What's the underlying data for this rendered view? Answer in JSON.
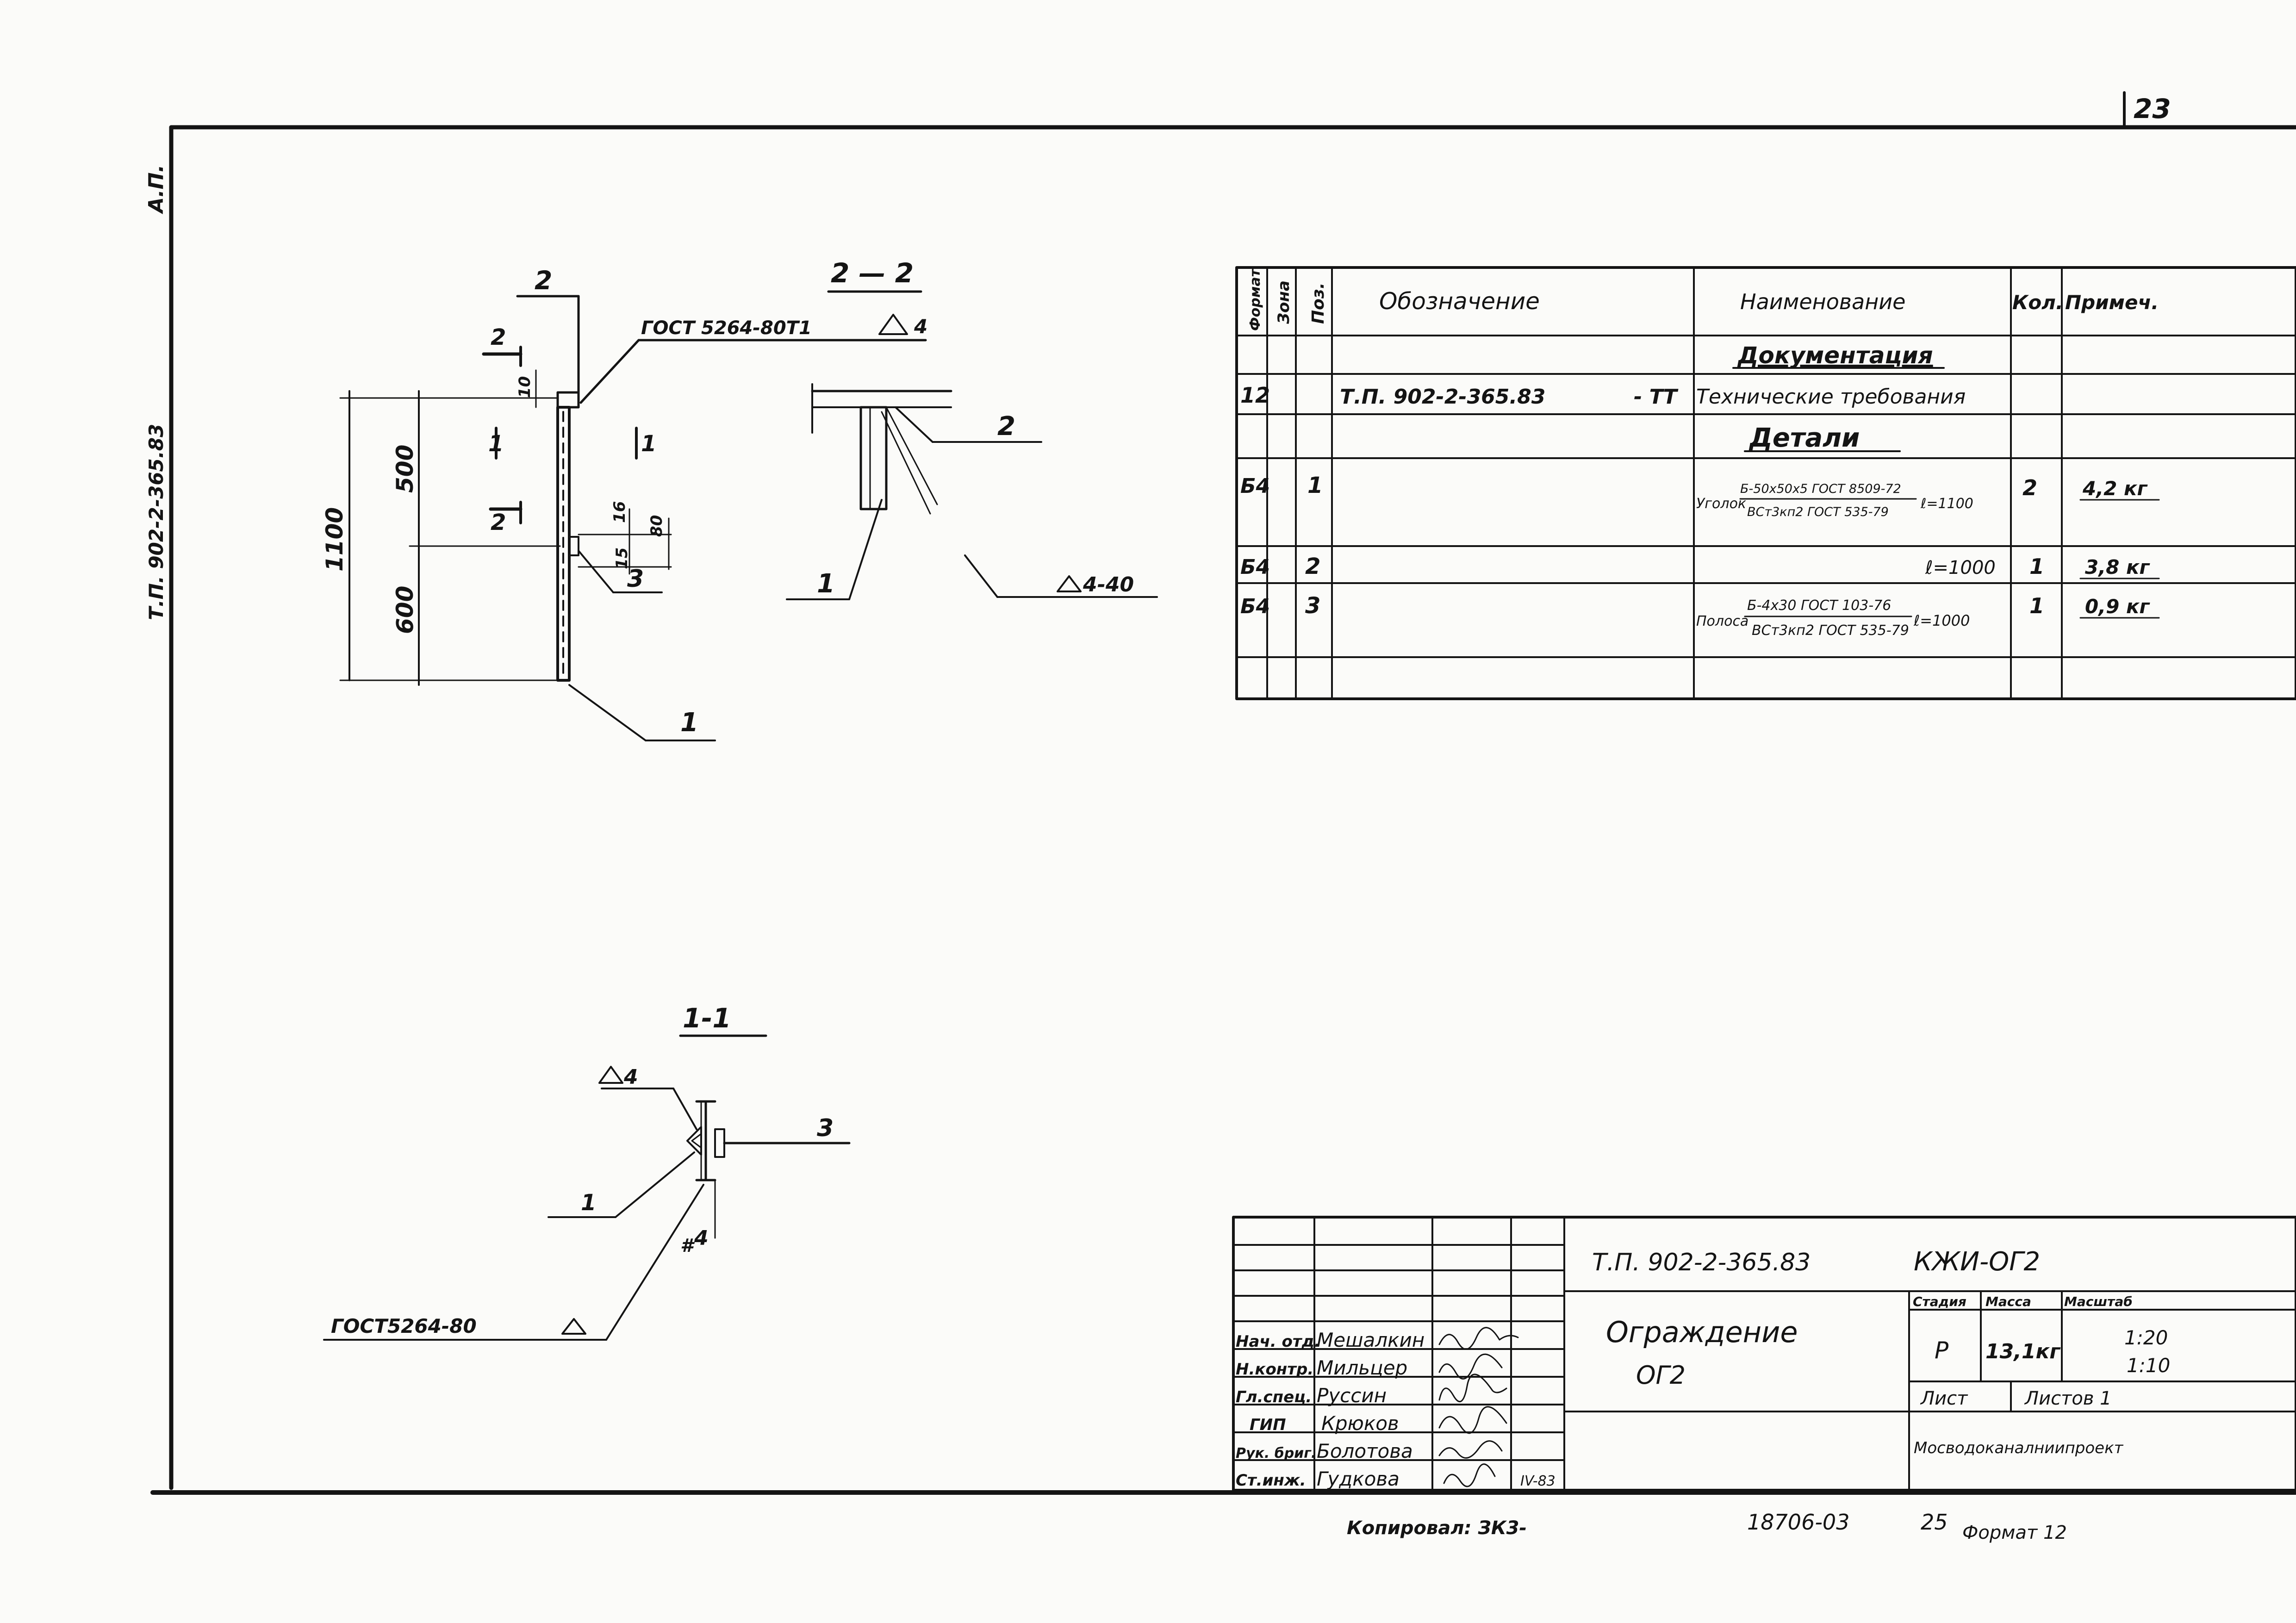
{
  "sheet": {
    "number": "23",
    "corner_note": "А.П.",
    "side_code": "Т.П. 902-2-365.83"
  },
  "detail_view": {
    "section_mark_top": "2",
    "cut_2_top": "2",
    "cut_2_mid": "2",
    "cut_1_left": "1",
    "cut_1_right": "1",
    "weld_note": "ГОСТ 5264-80Т1",
    "weld_leg": "4",
    "dims": {
      "overall": "1100",
      "upper": "500",
      "lower": "600",
      "top_offset": "10",
      "plate_a": "16",
      "plate_b": "80",
      "plate_c": "15"
    },
    "leaders": {
      "part_3": "3",
      "part_1": "1"
    }
  },
  "section_2_2": {
    "title": "2 — 2",
    "leader_2": "2",
    "leader_1": "1",
    "weld": "4-40"
  },
  "section_1_1": {
    "title": "1-1",
    "weld_top": "4",
    "leader_3": "3",
    "leader_1": "1",
    "plate": "4",
    "weld_note": "ГОСТ5264-80"
  },
  "spec_table": {
    "headers": [
      "Формат",
      "Зона",
      "Поз.",
      "Обозначение",
      "Наименование",
      "Кол.",
      "Примеч."
    ],
    "section_docs": "Документация",
    "section_parts": "Детали",
    "rows": [
      {
        "format": "12",
        "zone": "",
        "pos": "",
        "designation": "Т.П. 902-2-365.83",
        "designation_suffix": "- ТТ",
        "name": "Технические требования",
        "name_top": "",
        "name_bottom": "",
        "name_tail": "",
        "qty": "",
        "note": ""
      },
      {
        "format": "Б4",
        "zone": "",
        "pos": "1",
        "designation": "",
        "designation_suffix": "",
        "name": "Уголок",
        "name_top": "Б-50х50х5 ГОСТ 8509-72",
        "name_bottom": "ВСт3кп2 ГОСТ 535-79",
        "name_tail": "ℓ=1100",
        "qty": "2",
        "note": "4,2 кг"
      },
      {
        "format": "Б4",
        "zone": "",
        "pos": "2",
        "designation": "",
        "designation_suffix": "",
        "name": "",
        "name_top": "",
        "name_bottom": "",
        "name_tail": "ℓ=1000",
        "qty": "1",
        "note": "3,8 кг"
      },
      {
        "format": "Б4",
        "zone": "",
        "pos": "3",
        "designation": "",
        "designation_suffix": "",
        "name": "Полоса",
        "name_top": "Б-4х30 ГОСТ 103-76",
        "name_bottom": "ВСт3кп2 ГОСТ 535-79",
        "name_tail": "ℓ=1000",
        "qty": "1",
        "note": "0,9 кг"
      }
    ]
  },
  "title_block": {
    "code": "Т.П. 902-2-365.83",
    "mark": "КЖИ-ОГ2",
    "title_line1": "Ограждение",
    "title_line2": "ОГ2",
    "stage_label": "Стадия",
    "mass_label": "Масса",
    "scale_label": "Масштаб",
    "stage": "Р",
    "mass": "13,1кг",
    "scale_1": "1:20",
    "scale_2": "1:10",
    "sheet_label": "Лист",
    "sheets_label": "Листов 1",
    "organization": "Мосводоканалниипроект",
    "date": "IV-83",
    "staff": [
      {
        "role": "Нач. отд.",
        "name": "Мешалкин"
      },
      {
        "role": "Н.контр.",
        "name": "Мильцер"
      },
      {
        "role": "Гл.спец.",
        "name": "Руссин"
      },
      {
        "role": "ГИП",
        "name": "Крюков"
      },
      {
        "role": "Рук. бриг.",
        "name": "Болотова"
      },
      {
        "role": "Ст.инж.",
        "name": "Гудкова"
      }
    ]
  },
  "footer": {
    "copied": "Копировал: ЗК3-",
    "inventory": "18706-03",
    "page": "25",
    "format": "Формат 12"
  }
}
